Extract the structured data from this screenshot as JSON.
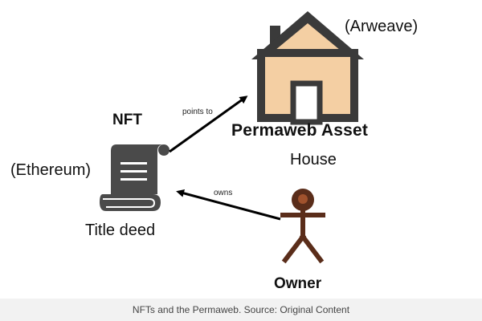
{
  "nft": {
    "title": "NFT",
    "chain": "(Ethereum)",
    "label": "Title deed"
  },
  "asset": {
    "title": "Permaweb Asset",
    "label": "House",
    "chain": "(Arweave)"
  },
  "owner": {
    "title": "Owner"
  },
  "edges": {
    "points_to": "points to",
    "owns": "owns"
  },
  "caption": "NFTs and the Permaweb. Source: Original Content",
  "colors": {
    "house_fill": "#f4cfa3",
    "house_stroke": "#3a3a3a",
    "scroll": "#4a4a4a",
    "person": "#5a2d1a",
    "arrow": "#000000",
    "caption_bg": "#f2f2f2"
  },
  "icons": [
    "house-icon",
    "scroll-document-icon",
    "stick-figure-owner-icon"
  ]
}
